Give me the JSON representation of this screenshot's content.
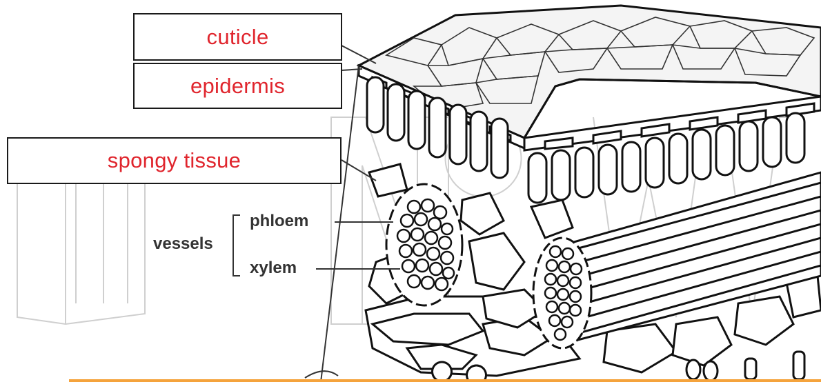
{
  "colors": {
    "answer_text": "#e0252d",
    "label_text": "#333333",
    "outline": "#1a1a1a",
    "cuticle_face": "#f4f4f4",
    "cell_fill": "#ffffff",
    "watermark": "#c9c9c9",
    "footer_band": "#f5a33c"
  },
  "labels": {
    "cuticle": "cuticle",
    "epidermis": "epidermis",
    "spongy_tissue": "spongy tissue"
  },
  "vascular": {
    "group_label": "vessels",
    "phloem": "phloem",
    "xylem": "xylem"
  },
  "icons": {
    "watermark": "book-logo-watermark"
  }
}
